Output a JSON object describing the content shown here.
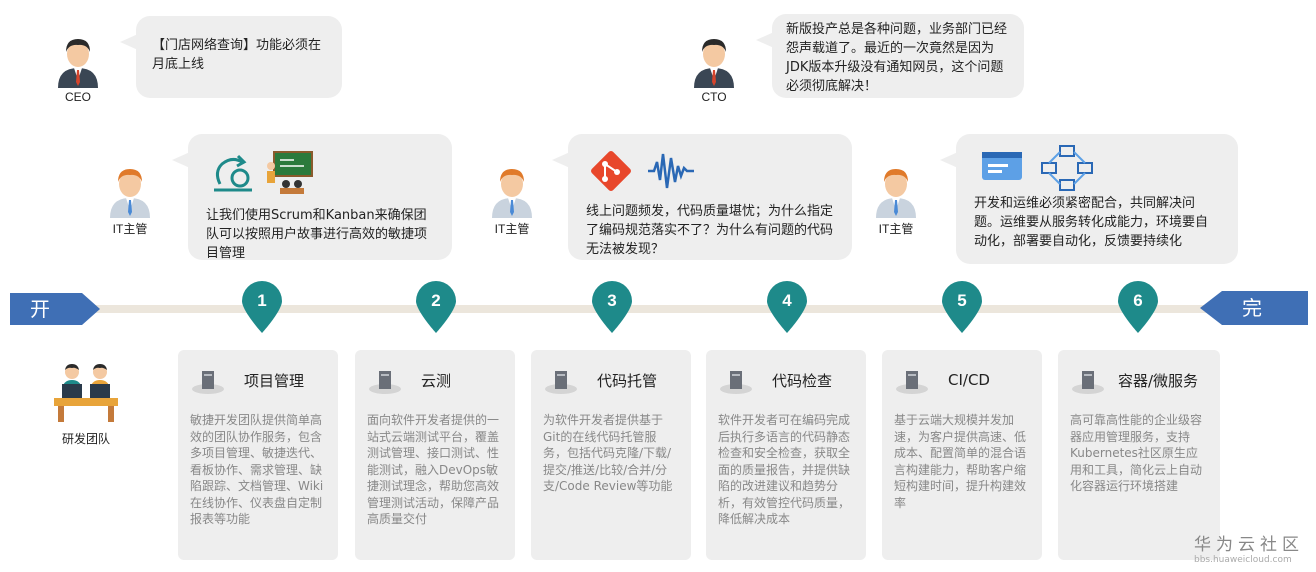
{
  "roles": {
    "ceo": "CEO",
    "cto": "CTO",
    "it1": "IT主管",
    "it2": "IT主管",
    "it3": "IT主管",
    "team": "研发团队"
  },
  "bubbles": {
    "ceo": "【门店网络查询】功能必须在月底上线",
    "cto": "新版投产总是各种问题，业务部门已经怨声载道了。最近的一次竟然是因为JDK版本升级没有通知网员，这个问题必须彻底解决！",
    "it1": "让我们使用Scrum和Kanban来确保团队可以按照用户故事进行高效的敏捷项目管理",
    "it2": "线上问题频发，代码质量堪忧；为什么指定了编码规范落实不了？为什么有问题的代码无法被发现？",
    "it3": "开发和运维必须紧密配合，共同解决问题。运维要从服务转化成能力，环境要自动化，部署要自动化，反馈要持续化"
  },
  "timeline": {
    "start": "开",
    "end": "完"
  },
  "steps": [
    "1",
    "2",
    "3",
    "4",
    "5",
    "6"
  ],
  "cards": [
    {
      "title": "项目管理",
      "desc": "敏捷开发团队提供简单高效的团队协作服务，包含多项目管理、敏捷迭代、看板协作、需求管理、缺陷跟踪、文档管理、Wiki在线协作、仪表盘自定制报表等功能"
    },
    {
      "title": "云测",
      "desc": "面向软件开发者提供的一站式云端测试平台，覆盖测试管理、接口测试、性能测试，融入DevOps敏捷测试理念，帮助您高效管理测试活动，保障产品高质量交付"
    },
    {
      "title": "代码托管",
      "desc": "为软件开发者提供基于Git的在线代码托管服务，包括代码克隆/下载/提交/推送/比较/合并/分支/Code Review等功能"
    },
    {
      "title": "代码检查",
      "desc": "软件开发者可在编码完成后执行多语言的代码静态检查和安全检查，获取全面的质量报告，并提供缺陷的改进建议和趋势分析，有效管控代码质量，降低解决成本"
    },
    {
      "title": "CI/CD",
      "desc": "基于云端大规模并发加速，为客户提供高速、低成本、配置简单的混合语言构建能力，帮助客户缩短构建时间，提升构建效率"
    },
    {
      "title": "容器/微服务",
      "desc": "高可靠高性能的企业级容器应用管理服务，支持Kubernetes社区原生应用和工具，简化云上自动化容器运行环境搭建"
    }
  ],
  "brand": {
    "name": "华为云社区",
    "url": "bbs.huaweicloud.com"
  },
  "colors": {
    "teal": "#1e8a8a",
    "arrowBlue": "#3f6fb5",
    "bubble": "#eeeeee"
  }
}
